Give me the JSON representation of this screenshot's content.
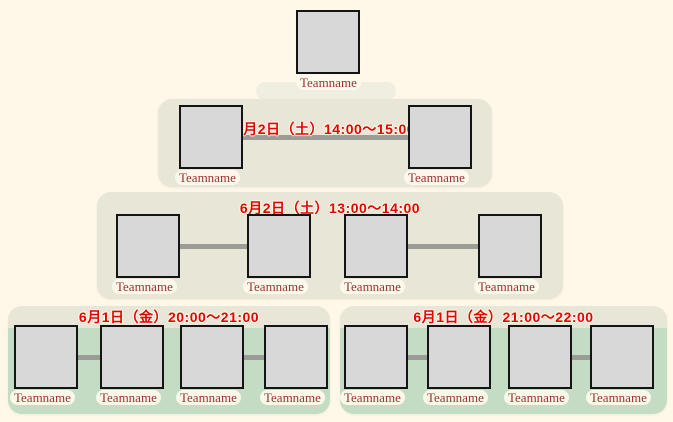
{
  "bracket": {
    "champion": {
      "label": "Teamname"
    },
    "rounds": [
      {
        "name": "final",
        "schedule": "6月2日（土）14:00～15:00",
        "teams": [
          "Teamname",
          "Teamname"
        ]
      },
      {
        "name": "semifinal",
        "schedule": "6月2日（土）13:00～14:00",
        "teams": [
          "Teamname",
          "Teamname",
          "Teamname",
          "Teamname"
        ]
      },
      {
        "name": "first-round-block-a",
        "schedule": "6月1日（金）20:00～21:00",
        "teams": [
          "Teamname",
          "Teamname",
          "Teamname",
          "Teamname"
        ]
      },
      {
        "name": "first-round-block-b",
        "schedule": "6月1日（金）21:00～22:00",
        "teams": [
          "Teamname",
          "Teamname",
          "Teamname",
          "Teamname"
        ]
      }
    ],
    "colors": {
      "background": "#FFF8E9",
      "panel": "#E7E6D7",
      "green_band": "#C3DCC3",
      "team_box": "#D8D8D8",
      "connector": "#9C9C96",
      "schedule_text": "#E60000",
      "team_label_text": "#993333"
    }
  }
}
